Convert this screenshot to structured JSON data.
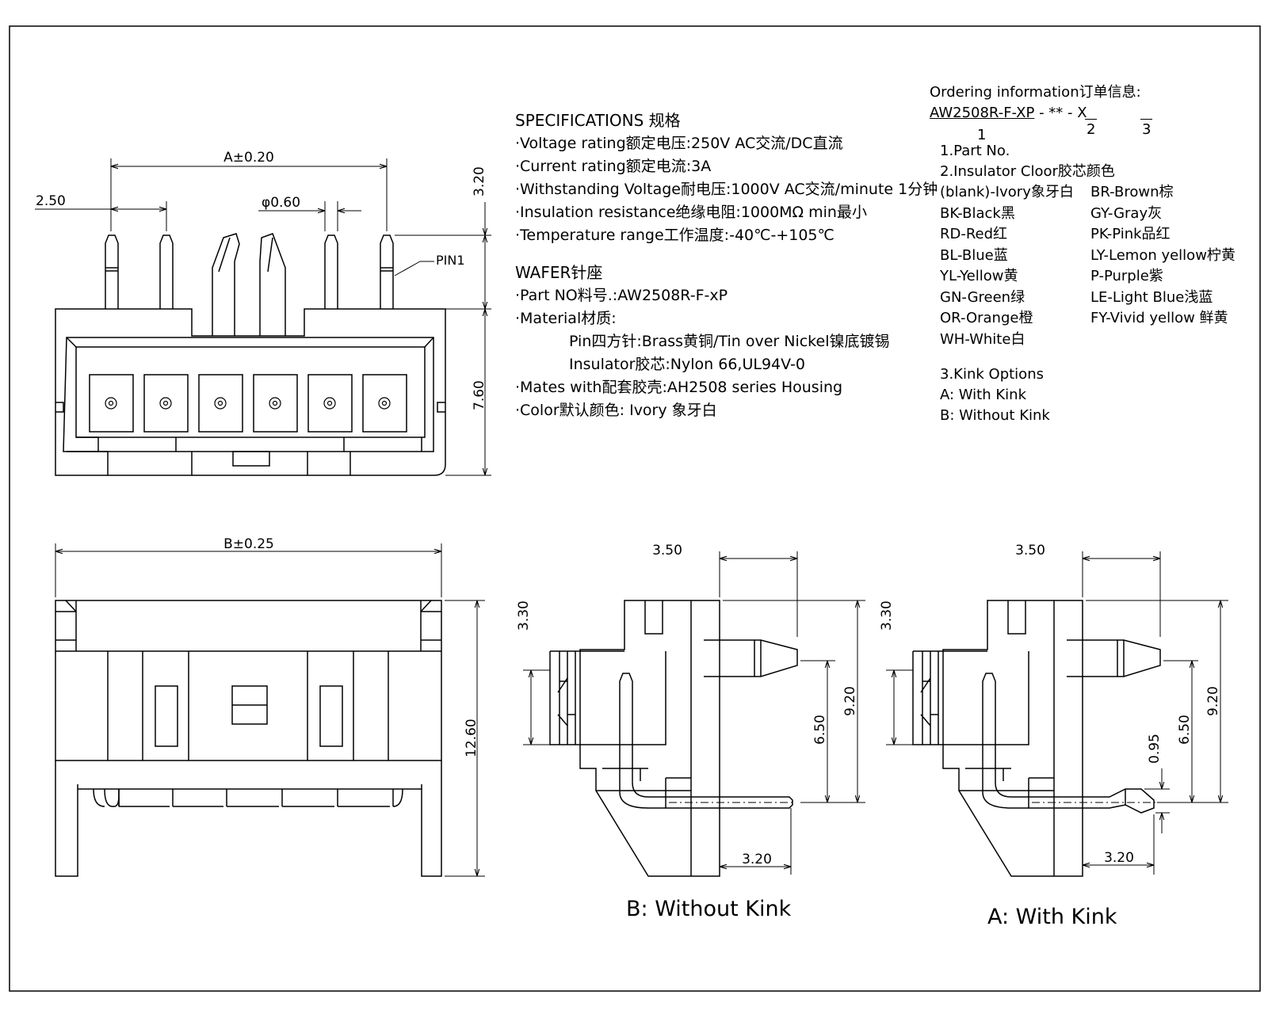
{
  "specs": {
    "title": "SPECIFICATIONS 规格",
    "voltage": "·Voltage rating额定电压:250V AC交流/DC直流",
    "current": "·Current rating额定电流:3A",
    "withstanding": "·Withstanding Voltage耐电压:1000V AC交流/minute 1分钟",
    "insulation": "·Insulation resistance绝缘电阻:1000MΩ min最小",
    "temperature": "·Temperature range工作温度:-40℃-+105℃"
  },
  "wafer": {
    "title": "WAFER针座",
    "part_no": "·Part NO料号.:AW2508R-F-xP",
    "material": "·Material材质:",
    "pin": "Pin四方针:Brass黄铜/Tin over Nickel镍底镀锡",
    "insulator": "Insulator胶芯:Nylon 66,UL94V-0",
    "mates": "·Mates with配套胶壳:AH2508 series Housing",
    "color": "·Color默认颜色: Ivory 象牙白"
  },
  "ordering": {
    "title": "Ordering information订单信息:",
    "code_part": "AW2508R-F-XP",
    "code_rest": " -  **  -  X",
    "idx1": "1",
    "idx2": "2",
    "idx3": "3",
    "item1": "1.Part No.",
    "item2": "2.Insulator Cloor胶芯颜色",
    "colors_left": [
      "(blank)-Ivory象牙白",
      "BK-Black黑",
      "RD-Red红",
      "BL-Blue蓝",
      "YL-Yellow黄",
      "GN-Green绿",
      "OR-Orange橙",
      "WH-White白"
    ],
    "colors_right": [
      "BR-Brown棕",
      "GY-Gray灰",
      "PK-Pink品红",
      "LY-Lemon yellow柠黄",
      "P-Purple紫",
      "LE-Light Blue浅蓝",
      "FY-Vivid yellow 鲜黄"
    ],
    "kink_title": "3.Kink Options",
    "kink_a": "A: With Kink",
    "kink_b": "B: Without Kink"
  },
  "dims": {
    "a": "A±0.20",
    "pitch": "2.50",
    "pin_dia": "φ0.60",
    "pin_height": "3.20",
    "body_height": "7.60",
    "pin1": "PIN1",
    "b": "B±0.25",
    "side_height": "12.60",
    "top_depth": "3.50",
    "latch": "3.30",
    "pin_row": "6.50",
    "total_height": "9.20",
    "tail": "3.20",
    "kink": "0.95"
  },
  "captions": {
    "without": "B: Without Kink",
    "with": "A: With Kink"
  }
}
